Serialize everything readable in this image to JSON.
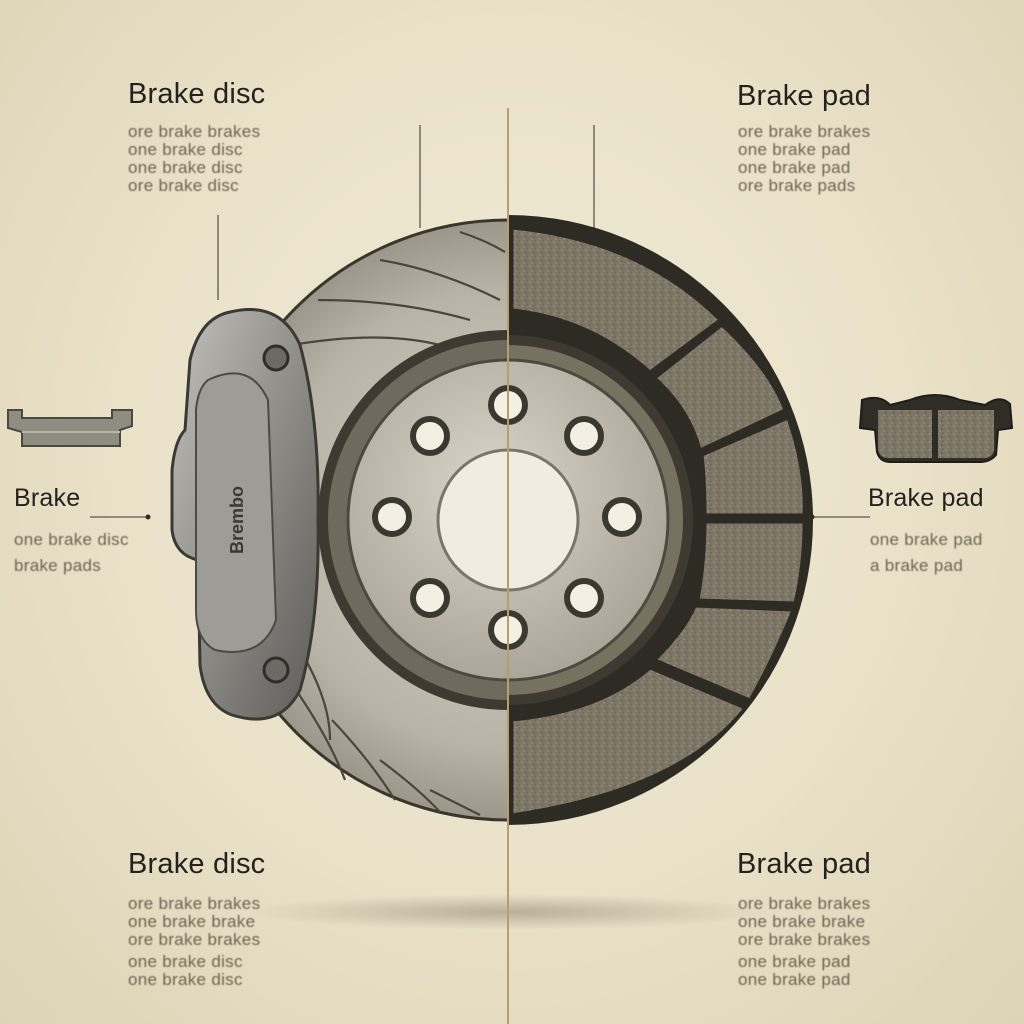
{
  "labels": {
    "top_left_title": "Brake disc",
    "top_left_lines": [
      "ore brake brakes",
      "one brake disc",
      "one brake disc",
      "ore brake disc"
    ],
    "top_right_title": "Brake pad",
    "top_right_lines": [
      "ore brake brakes",
      "one brake pad",
      "one brake pad",
      "ore brake pads"
    ],
    "mid_left_title": "Brake",
    "mid_left_lines": [
      "one brake disc",
      "brake pads"
    ],
    "mid_right_title": "Brake pad",
    "mid_right_lines": [
      "one brake pad",
      "a brake pad"
    ],
    "bottom_left_title": "Brake disc",
    "bottom_left_lines": [
      "ore brake brakes",
      "one brake brake",
      "ore brake brakes",
      "one brake disc",
      "one brake disc"
    ],
    "bottom_right_title": "Brake pad",
    "bottom_right_lines": [
      "ore brake brakes",
      "one brake brake",
      "ore brake brakes",
      "one brake pad",
      "one brake pad"
    ],
    "caliper_text": "Brembo"
  },
  "colors": {
    "background": "#ebe4cc",
    "disc_metal": "#b9b4a6",
    "pad_compound": "#7c7566",
    "caliper": "#8d8c87",
    "outline": "#2f2c26"
  },
  "icons": {
    "left_part": "brake-pad-side-icon",
    "right_part": "brake-pad-icon"
  }
}
